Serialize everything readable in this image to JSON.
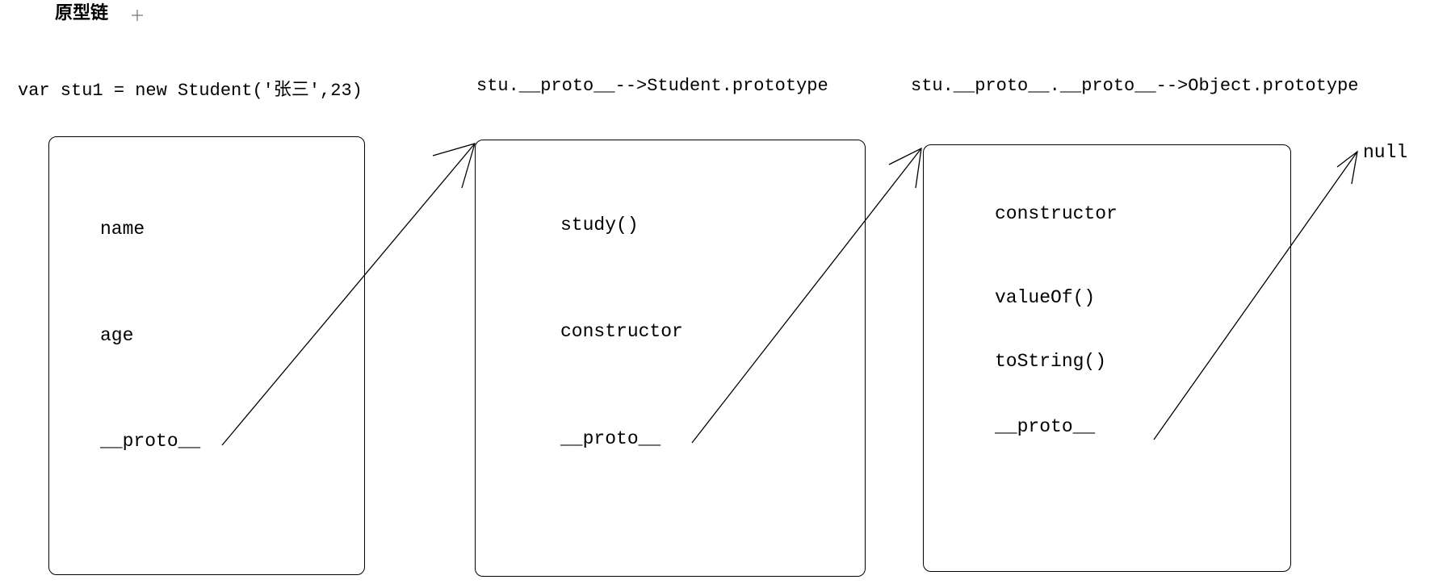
{
  "title": "原型链",
  "header": {
    "code": "var stu1 = new Student('张三',23)",
    "chain1": "stu.__proto__-->Student.prototype",
    "chain2": "stu.__proto__.__proto__-->Object.prototype"
  },
  "boxes": [
    {
      "items": [
        "name",
        "age",
        "__proto__"
      ]
    },
    {
      "items": [
        "study()",
        "constructor",
        "__proto__"
      ]
    },
    {
      "items": [
        "constructor",
        "valueOf()",
        "toString()",
        "__proto__"
      ]
    }
  ],
  "terminal": "null"
}
